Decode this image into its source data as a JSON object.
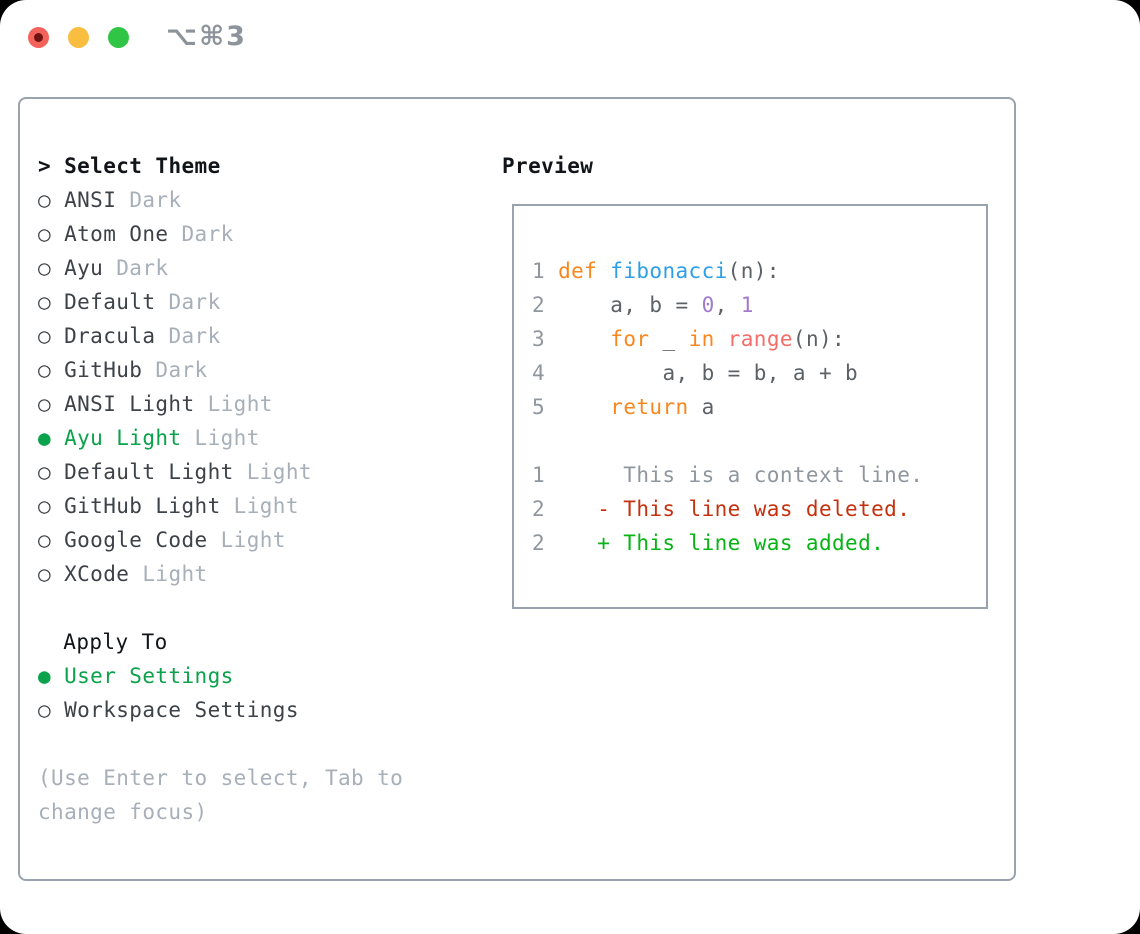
{
  "window": {
    "shortcut": "⌥⌘3"
  },
  "theme_list": {
    "selector_prefix": "> ",
    "title": "Select Theme",
    "unselected_marker": "○",
    "selected_marker": "●",
    "items": [
      {
        "name": "ANSI",
        "tag": "Dark",
        "selected": false
      },
      {
        "name": "Atom One",
        "tag": "Dark",
        "selected": false
      },
      {
        "name": "Ayu",
        "tag": "Dark",
        "selected": false
      },
      {
        "name": "Default",
        "tag": "Dark",
        "selected": false
      },
      {
        "name": "Dracula",
        "tag": "Dark",
        "selected": false
      },
      {
        "name": "GitHub",
        "tag": "Dark",
        "selected": false
      },
      {
        "name": "ANSI Light",
        "tag": "Light",
        "selected": false
      },
      {
        "name": "Ayu Light",
        "tag": "Light",
        "selected": true
      },
      {
        "name": "Default Light",
        "tag": "Light",
        "selected": false
      },
      {
        "name": "GitHub Light",
        "tag": "Light",
        "selected": false
      },
      {
        "name": "Google Code",
        "tag": "Light",
        "selected": false
      },
      {
        "name": "XCode",
        "tag": "Light",
        "selected": false
      }
    ]
  },
  "apply_to": {
    "title": "Apply To",
    "options": [
      {
        "label": "User Settings",
        "selected": true
      },
      {
        "label": "Workspace Settings",
        "selected": false
      }
    ]
  },
  "help_text": "(Use Enter to select, Tab to change focus)",
  "preview": {
    "title": "Preview",
    "code_lines": [
      {
        "num": "1",
        "segments": [
          [
            "kw",
            "def"
          ],
          [
            "fg",
            " "
          ],
          [
            "fn",
            "fibonacci"
          ],
          [
            "fg",
            "(n):"
          ]
        ]
      },
      {
        "num": "2",
        "segments": [
          [
            "fg",
            "    a, b = "
          ],
          [
            "num",
            "0"
          ],
          [
            "fg",
            ", "
          ],
          [
            "num",
            "1"
          ]
        ]
      },
      {
        "num": "3",
        "segments": [
          [
            "fg",
            "    "
          ],
          [
            "kw",
            "for"
          ],
          [
            "fg",
            " _ "
          ],
          [
            "kw",
            "in"
          ],
          [
            "fg",
            " "
          ],
          [
            "call",
            "range"
          ],
          [
            "fg",
            "(n):"
          ]
        ]
      },
      {
        "num": "4",
        "segments": [
          [
            "fg",
            "        a, b = b, a + b"
          ]
        ]
      },
      {
        "num": "5",
        "segments": [
          [
            "fg",
            "    "
          ],
          [
            "kw",
            "return"
          ],
          [
            "fg",
            " a"
          ]
        ]
      }
    ],
    "diff_lines": [
      {
        "num": "1",
        "marker": " ",
        "text": "This is a context line.",
        "type": "context"
      },
      {
        "num": "2",
        "marker": "-",
        "text": "This line was deleted.",
        "type": "deleted"
      },
      {
        "num": "2",
        "marker": "+",
        "text": "This line was added.",
        "type": "added"
      }
    ]
  },
  "colors": {
    "border": "#9aa2ae",
    "title": "#111418",
    "text": "#3d4248",
    "muted": "#a7afb9",
    "green": "#0aa24a",
    "shortcut": "#8d939b",
    "light_red": "#f4635b",
    "light_red_dot": "#6f1311",
    "light_yellow": "#f9bd40",
    "light_green": "#31c546",
    "code_fg": "#5c6166",
    "gutter": "#8f969e",
    "kw": "#f8871f",
    "fn": "#2e9fe6",
    "purple": "#a37acc",
    "call": "#f56d68",
    "del": "#c5310f",
    "add": "#06b414"
  }
}
